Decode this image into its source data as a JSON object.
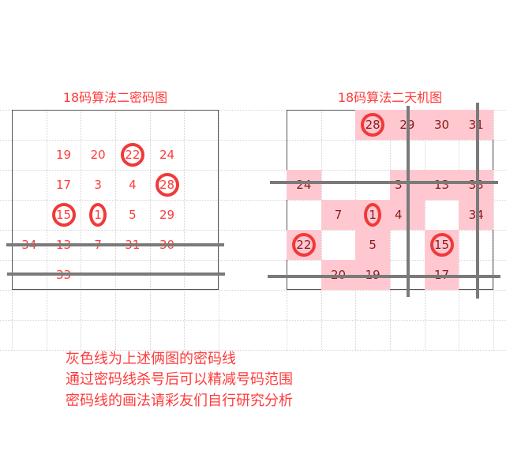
{
  "colors": {
    "text_red": "#ff3b3b",
    "circle": "#f03a3a",
    "highlight": "#ffc8d0",
    "line": "#7a7a7a",
    "tian_text": "#8b1a1a"
  },
  "left_chart": {
    "title": "18码算法二密码图",
    "cells": [
      {
        "r": 1,
        "c": 1,
        "n": "19"
      },
      {
        "r": 1,
        "c": 2,
        "n": "20"
      },
      {
        "r": 1,
        "c": 3,
        "n": "22",
        "circled": true
      },
      {
        "r": 1,
        "c": 4,
        "n": "24"
      },
      {
        "r": 2,
        "c": 1,
        "n": "17"
      },
      {
        "r": 2,
        "c": 2,
        "n": "3"
      },
      {
        "r": 2,
        "c": 3,
        "n": "4"
      },
      {
        "r": 2,
        "c": 4,
        "n": "28",
        "circled": true
      },
      {
        "r": 3,
        "c": 1,
        "n": "15",
        "circled": true
      },
      {
        "r": 3,
        "c": 2,
        "n": "1",
        "circled": true
      },
      {
        "r": 3,
        "c": 3,
        "n": "5"
      },
      {
        "r": 3,
        "c": 4,
        "n": "29"
      },
      {
        "r": 4,
        "c": 0,
        "n": "34"
      },
      {
        "r": 4,
        "c": 1,
        "n": "13"
      },
      {
        "r": 4,
        "c": 2,
        "n": "7"
      },
      {
        "r": 4,
        "c": 3,
        "n": "31"
      },
      {
        "r": 4,
        "c": 4,
        "n": "30"
      },
      {
        "r": 5,
        "c": 1,
        "n": "33"
      }
    ]
  },
  "right_chart": {
    "title": "18码算法二天机图",
    "cells": [
      {
        "r": 0,
        "c": 2,
        "n": "28",
        "circled": true,
        "hl": true
      },
      {
        "r": 0,
        "c": 3,
        "n": "29",
        "hl": true
      },
      {
        "r": 0,
        "c": 4,
        "n": "30",
        "hl": true
      },
      {
        "r": 0,
        "c": 5,
        "n": "31",
        "hl": true
      },
      {
        "r": 2,
        "c": 0,
        "n": "24",
        "hl": true
      },
      {
        "r": 2,
        "c": 3,
        "n": "3",
        "hl": true
      },
      {
        "r": 2,
        "c": 4,
        "n": "13",
        "hl": true
      },
      {
        "r": 2,
        "c": 5,
        "n": "33",
        "hl": true
      },
      {
        "r": 3,
        "c": 1,
        "n": "7",
        "hl": true
      },
      {
        "r": 3,
        "c": 2,
        "n": "1",
        "circled": true,
        "hl": true
      },
      {
        "r": 3,
        "c": 3,
        "n": "4",
        "hl": true
      },
      {
        "r": 3,
        "c": 5,
        "n": "34",
        "hl": true
      },
      {
        "r": 4,
        "c": 0,
        "n": "22",
        "circled": true,
        "hl": true
      },
      {
        "r": 4,
        "c": 2,
        "n": "5",
        "hl": true
      },
      {
        "r": 4,
        "c": 4,
        "n": "15",
        "circled": true,
        "hl": true
      },
      {
        "r": 5,
        "c": 1,
        "n": "20",
        "hl": true
      },
      {
        "r": 5,
        "c": 2,
        "n": "19",
        "hl": true
      },
      {
        "r": 5,
        "c": 4,
        "n": "17",
        "hl": true
      }
    ]
  },
  "notes": [
    "灰色线为上述俩图的密码线",
    "通过密码线杀号后可以精减号码范围",
    "密码线的画法请彩友们自行研究分析"
  ]
}
